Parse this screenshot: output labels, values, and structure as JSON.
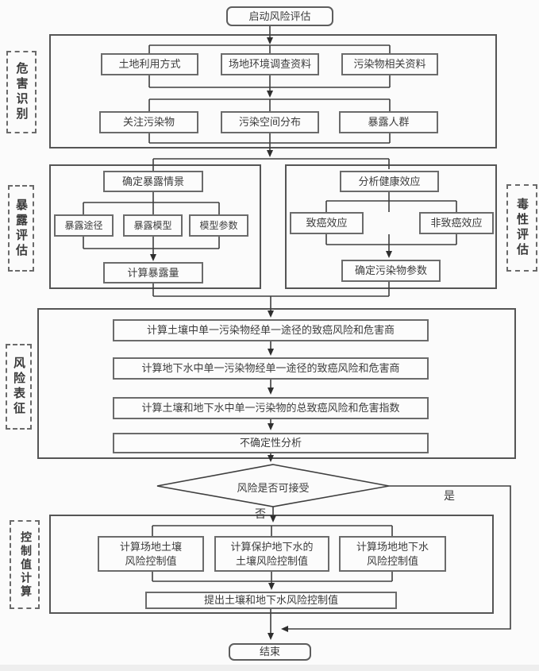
{
  "start_label": "启动风险评估",
  "end_label": "结束",
  "section_labels": {
    "hazard_identification": "危害识别",
    "exposure_assessment": "暴露评估",
    "toxicity_assessment": "毒性评估",
    "risk_characterization": "风险表征",
    "control_value_calculation": "控制值计算"
  },
  "hazard": {
    "row1": [
      "土地利用方式",
      "场地环境调查资料",
      "污染物相关资料"
    ],
    "row2": [
      "关注污染物",
      "污染空间分布",
      "暴露人群"
    ]
  },
  "exposure": {
    "determine_scenario": "确定暴露情景",
    "sub": [
      "暴露途径",
      "暴露模型",
      "模型参数"
    ],
    "calculate": "计算暴露量"
  },
  "toxicity": {
    "analyze_health": "分析健康效应",
    "sub": [
      "致癌效应",
      "非致癌效应"
    ],
    "determine_params": "确定污染物参数"
  },
  "risk": {
    "steps": [
      "计算土壤中单一污染物经单一途径的致癌风险和危害商",
      "计算地下水中单一污染物经单一途径的致癌风险和危害商",
      "计算土壤和地下水中单一污染物的总致癌风险和危害指数",
      "不确定性分析"
    ]
  },
  "decision": {
    "question": "风险是否可接受",
    "no_label": "否",
    "yes_label": "是"
  },
  "control": {
    "sub": [
      {
        "line1": "计算场地土壤",
        "line2": "风险控制值"
      },
      {
        "line1": "计算保护地下水的",
        "line2": "土壤风险控制值"
      },
      {
        "line1": "计算场地地下水",
        "line2": "风险控制值"
      }
    ],
    "propose": "提出土壤和地下水风险控制值"
  },
  "colors": {
    "line": "#3f3f3f",
    "box_border": "#6b6b6b",
    "background": "#fbfbfb"
  }
}
